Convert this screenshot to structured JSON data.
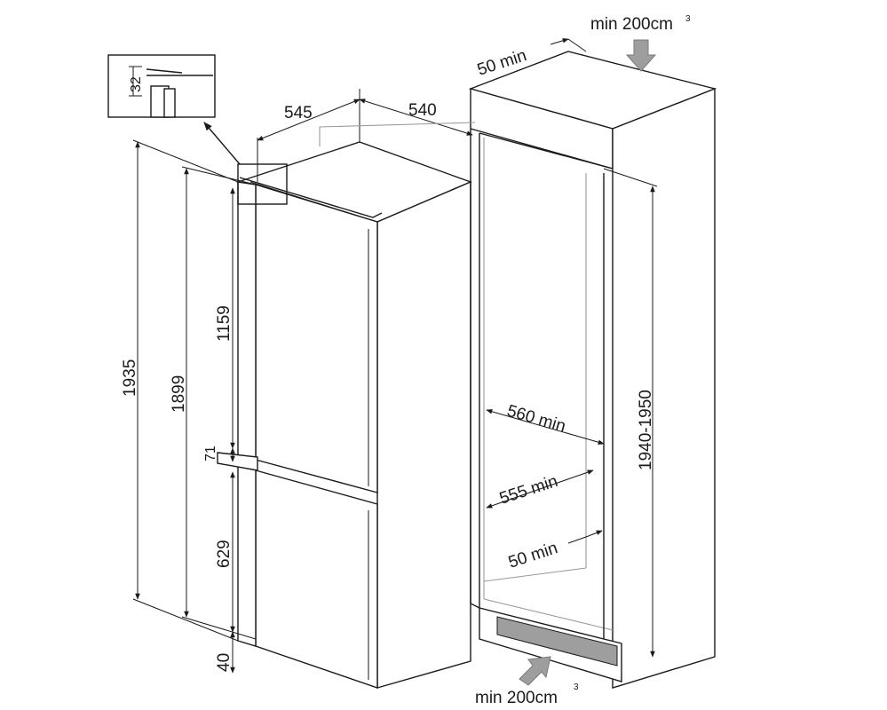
{
  "dimensions": {
    "inset_height": "32",
    "depth_left": "545",
    "depth_right": "540",
    "total_height": "1935",
    "body_height": "1899",
    "upper_door_height": "1159",
    "middle_gap": "71",
    "lower_door_height": "629",
    "base_height": "40",
    "top_gap": "50 min",
    "niche_height": "1940-1950",
    "niche_width_upper": "560 min",
    "niche_width_lower": "555 min",
    "rear_gap": "50 min",
    "vent_top": "min 200cm",
    "vent_bottom": "min 200cm",
    "vent_unit_superscript": "3"
  },
  "icons": {
    "arrow_top": "down-arrow-icon",
    "arrow_bottom": "up-right-arrow-icon",
    "detail_pointer": "detail-pointer-arrow"
  }
}
